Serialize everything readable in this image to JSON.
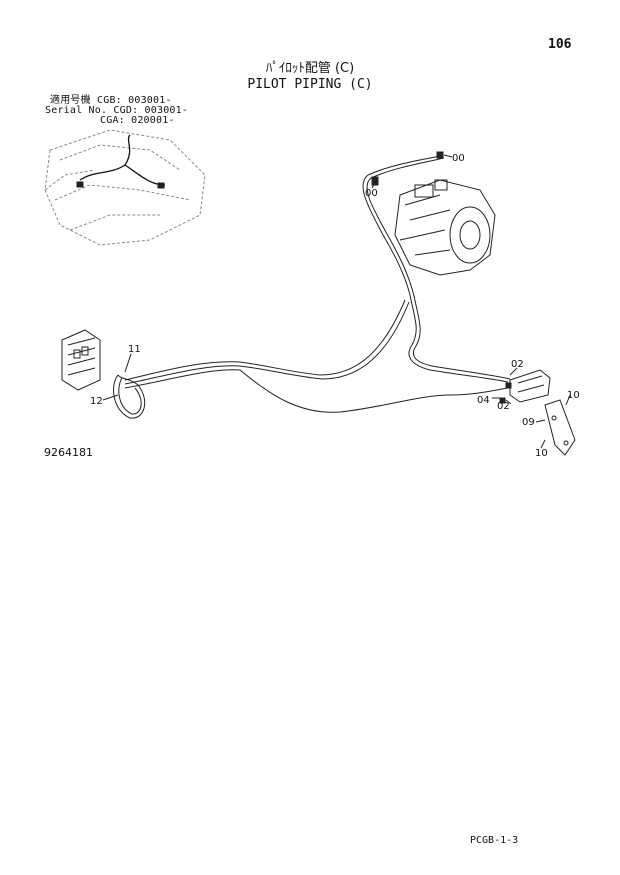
{
  "page": {
    "number": "106",
    "footer_code": "PCGB-1-3"
  },
  "title": {
    "japanese": "ﾊﾟｲﾛｯﾄ配管 (C)",
    "english": "PILOT PIPING (C)"
  },
  "serial_info": [
    "適用号機 CGB: 003001-",
    "Serial No. CGD: 003001-",
    "CGA: 020001-"
  ],
  "drawing_number": "9264181",
  "callouts": [
    "00",
    "00",
    "11",
    "12",
    "02",
    "04",
    "02",
    "10",
    "09",
    "10"
  ]
}
